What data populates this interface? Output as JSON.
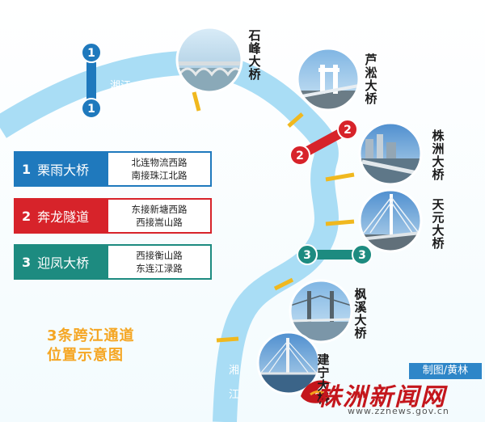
{
  "river": {
    "name_top": "湘江",
    "name_bottom_1": "湘",
    "name_bottom_2": "江",
    "color": "#a9ddf5"
  },
  "bridges": [
    {
      "id": "shifeng",
      "name": "石峰大桥"
    },
    {
      "id": "lusong",
      "name": "芦淞大桥"
    },
    {
      "id": "zhuzhou",
      "name": "株洲大桥"
    },
    {
      "id": "tianyuan",
      "name": "天元大桥"
    },
    {
      "id": "fengxi",
      "name": "枫溪大桥"
    },
    {
      "id": "jianning",
      "name": "建宁大桥"
    }
  ],
  "crossings": [
    {
      "number": "1",
      "name": "栗雨大桥",
      "line1": "北连物流西路",
      "line2": "南接珠江北路",
      "color": "#1f79bd"
    },
    {
      "number": "2",
      "name": "奔龙隧道",
      "line1": "东接新塘西路",
      "line2": "西接嵩山路",
      "color": "#d7232a"
    },
    {
      "number": "3",
      "name": "迎凤大桥",
      "line1": "西接衡山路",
      "line2": "东连江渌路",
      "color": "#1d8b80"
    }
  ],
  "title": {
    "line1": "3条跨江通道",
    "line2": "位置示意图"
  },
  "credit": "制图/黄林",
  "logo": {
    "text": "株洲新闻网",
    "url": "www.zznews.gov.cn"
  }
}
